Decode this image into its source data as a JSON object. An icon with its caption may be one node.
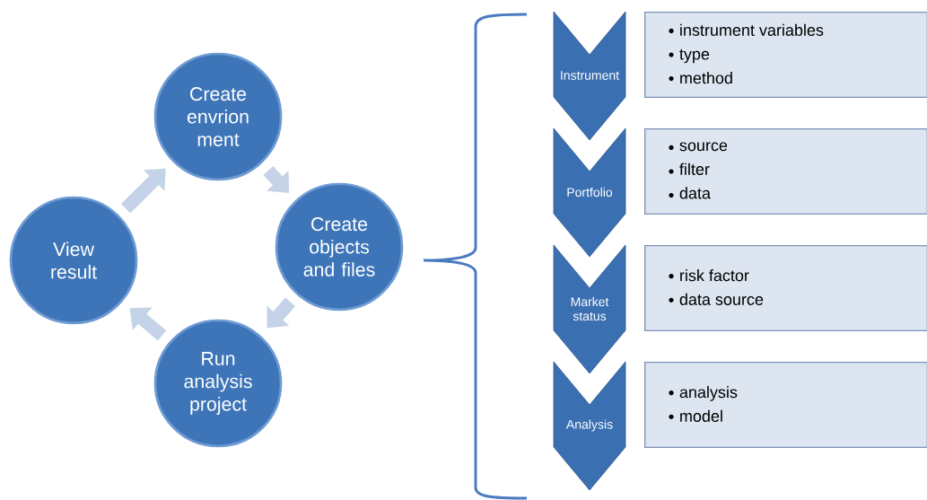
{
  "diagram": {
    "nodes": [
      {
        "text": [
          "Create envrion ment"
        ]
      },
      {
        "text": [
          "View result"
        ]
      },
      {
        "text": [
          "Create objects and files"
        ]
      },
      {
        "text": [
          "Run analysis project"
        ]
      },
      {
        "text": [
          "Instrument"
        ]
      },
      {
        "text": [
          "instrument variables",
          "type",
          "method"
        ]
      },
      {
        "text": [
          "Portfolio"
        ]
      },
      {
        "text": [
          "source",
          "filter",
          "data"
        ]
      },
      {
        "text": [
          "Market status"
        ]
      },
      {
        "text": [
          "risk factor",
          "data source"
        ]
      },
      {
        "text": [
          "Analysis"
        ]
      },
      {
        "text": [
          "analysis",
          "model"
        ]
      }
    ],
    "edges": [
      {
        "from": 0,
        "to": 2,
        "arrow": "to"
      },
      {
        "from": 2,
        "to": 3,
        "arrow": "to"
      },
      {
        "from": 3,
        "to": 1,
        "arrow": "to"
      },
      {
        "from": 1,
        "to": 0,
        "arrow": "to"
      }
    ]
  }
}
